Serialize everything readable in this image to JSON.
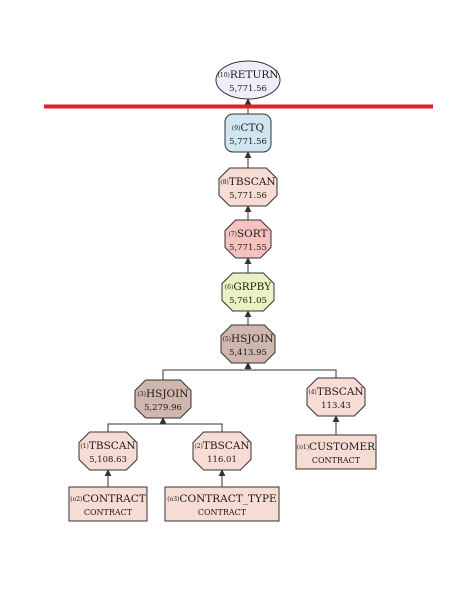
{
  "nodes": [
    {
      "id": "return",
      "num": "(10)",
      "label": "RETURN",
      "cost": "5,771.56",
      "fill": "#eeeefa",
      "shape": "ellipse"
    },
    {
      "id": "ctq",
      "num": "(9)",
      "label": "CTQ",
      "cost": "5,771.56",
      "fill": "#d2e6f1",
      "shape": "roundrect"
    },
    {
      "id": "tbscan8",
      "num": "(8)",
      "label": "TBSCAN",
      "cost": "5,771.56",
      "fill": "#f6dcd2",
      "shape": "octagon"
    },
    {
      "id": "sort",
      "num": "(7)",
      "label": "SORT",
      "cost": "5,771.55",
      "fill": "#f6c2bf",
      "shape": "octagon"
    },
    {
      "id": "grpby",
      "num": "(6)",
      "label": "GRPBY",
      "cost": "5,761.05",
      "fill": "#e8f2c3",
      "shape": "octagon"
    },
    {
      "id": "hsjoin5",
      "num": "(5)",
      "label": "HSJOIN",
      "cost": "5,413.95",
      "fill": "#cfb7ae",
      "shape": "octagon"
    },
    {
      "id": "hsjoin3",
      "num": "(3)",
      "label": "HSJOIN",
      "cost": "5,279.96",
      "fill": "#cfb7ae",
      "shape": "octagon"
    },
    {
      "id": "tbscan4",
      "num": "(4)",
      "label": "TBSCAN",
      "cost": "113.43",
      "fill": "#f6dcd2",
      "shape": "octagon"
    },
    {
      "id": "tbscan1",
      "num": "(1)",
      "label": "TBSCAN",
      "cost": "5,108.63",
      "fill": "#f6dcd2",
      "shape": "octagon"
    },
    {
      "id": "tbscan2",
      "num": "(2)",
      "label": "TBSCAN",
      "cost": "116.01",
      "fill": "#f6dcd2",
      "shape": "octagon"
    }
  ],
  "tables": [
    {
      "id": "customer",
      "num": "(o1)",
      "label": "CUSTOMER",
      "schema": "CONTRACT",
      "fill": "#f6dcd2"
    },
    {
      "id": "contract",
      "num": "(o2)",
      "label": "CONTRACT",
      "schema": "CONTRACT",
      "fill": "#f6dcd2"
    },
    {
      "id": "contract_type",
      "num": "(o3)",
      "label": "CONTRACT_TYPE",
      "schema": "CONTRACT",
      "fill": "#f6dcd2"
    }
  ],
  "edges": [
    [
      "ctq",
      "return"
    ],
    [
      "tbscan8",
      "ctq"
    ],
    [
      "sort",
      "tbscan8"
    ],
    [
      "grpby",
      "sort"
    ],
    [
      "hsjoin5",
      "grpby"
    ],
    [
      "hsjoin3",
      "hsjoin5"
    ],
    [
      "tbscan4",
      "hsjoin5"
    ],
    [
      "tbscan1",
      "hsjoin3"
    ],
    [
      "tbscan2",
      "hsjoin3"
    ],
    [
      "customer",
      "tbscan4"
    ],
    [
      "contract",
      "tbscan1"
    ],
    [
      "contract_type",
      "tbscan2"
    ]
  ],
  "colors": {
    "separator": "#e0202a",
    "edge": "#333333",
    "border": "#333333"
  }
}
